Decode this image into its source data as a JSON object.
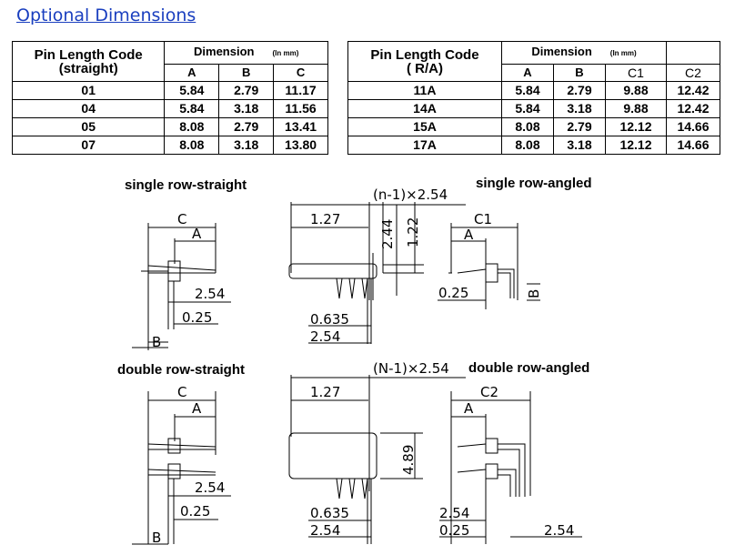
{
  "heading": "Optional Dimensions",
  "table_straight": {
    "col1_header": "Pin Length Code",
    "col1_sub": "(straight)",
    "dim_header": "Dimension",
    "unit": "(In mm)",
    "cols": [
      "A",
      "B",
      "C"
    ],
    "rows": [
      {
        "code": "01",
        "a": "5.84",
        "b": "2.79",
        "c": "11.17"
      },
      {
        "code": "04",
        "a": "5.84",
        "b": "3.18",
        "c": "11.56"
      },
      {
        "code": "05",
        "a": "8.08",
        "b": "2.79",
        "c": "13.41"
      },
      {
        "code": "07",
        "a": "8.08",
        "b": "3.18",
        "c": "13.80"
      }
    ]
  },
  "table_angled": {
    "col1_header": "Pin Length Code",
    "col1_sub": "( R/A)",
    "dim_header": "Dimension",
    "unit": "(In mm)",
    "cols": [
      "A",
      "B",
      "C1",
      "C2"
    ],
    "rows": [
      {
        "code": "11A",
        "a": "5.84",
        "b": "2.79",
        "c1": "9.88",
        "c2": "12.42"
      },
      {
        "code": "14A",
        "a": "5.84",
        "b": "3.18",
        "c1": "9.88",
        "c2": "12.42"
      },
      {
        "code": "15A",
        "a": "8.08",
        "b": "2.79",
        "c1": "12.12",
        "c2": "14.66"
      },
      {
        "code": "17A",
        "a": "8.08",
        "b": "3.18",
        "c1": "12.12",
        "c2": "14.66"
      }
    ]
  },
  "captions": {
    "single_straight": "single row-straight",
    "single_angled": "single row-angled",
    "double_straight": "double row-straight",
    "double_angled": "double row-angled"
  },
  "labels": {
    "C": "C",
    "A": "A",
    "B": "B",
    "C1": "C1",
    "C2": "C2",
    "d254": "2.54",
    "d025": "0.25",
    "d127": "1.27",
    "d0635": "0.635",
    "d244": "2.44",
    "d122": "1.22",
    "d489": "4.89",
    "pitch_single": "(n-1)×2.54",
    "pitch_double": "(N-1)×2.54"
  }
}
